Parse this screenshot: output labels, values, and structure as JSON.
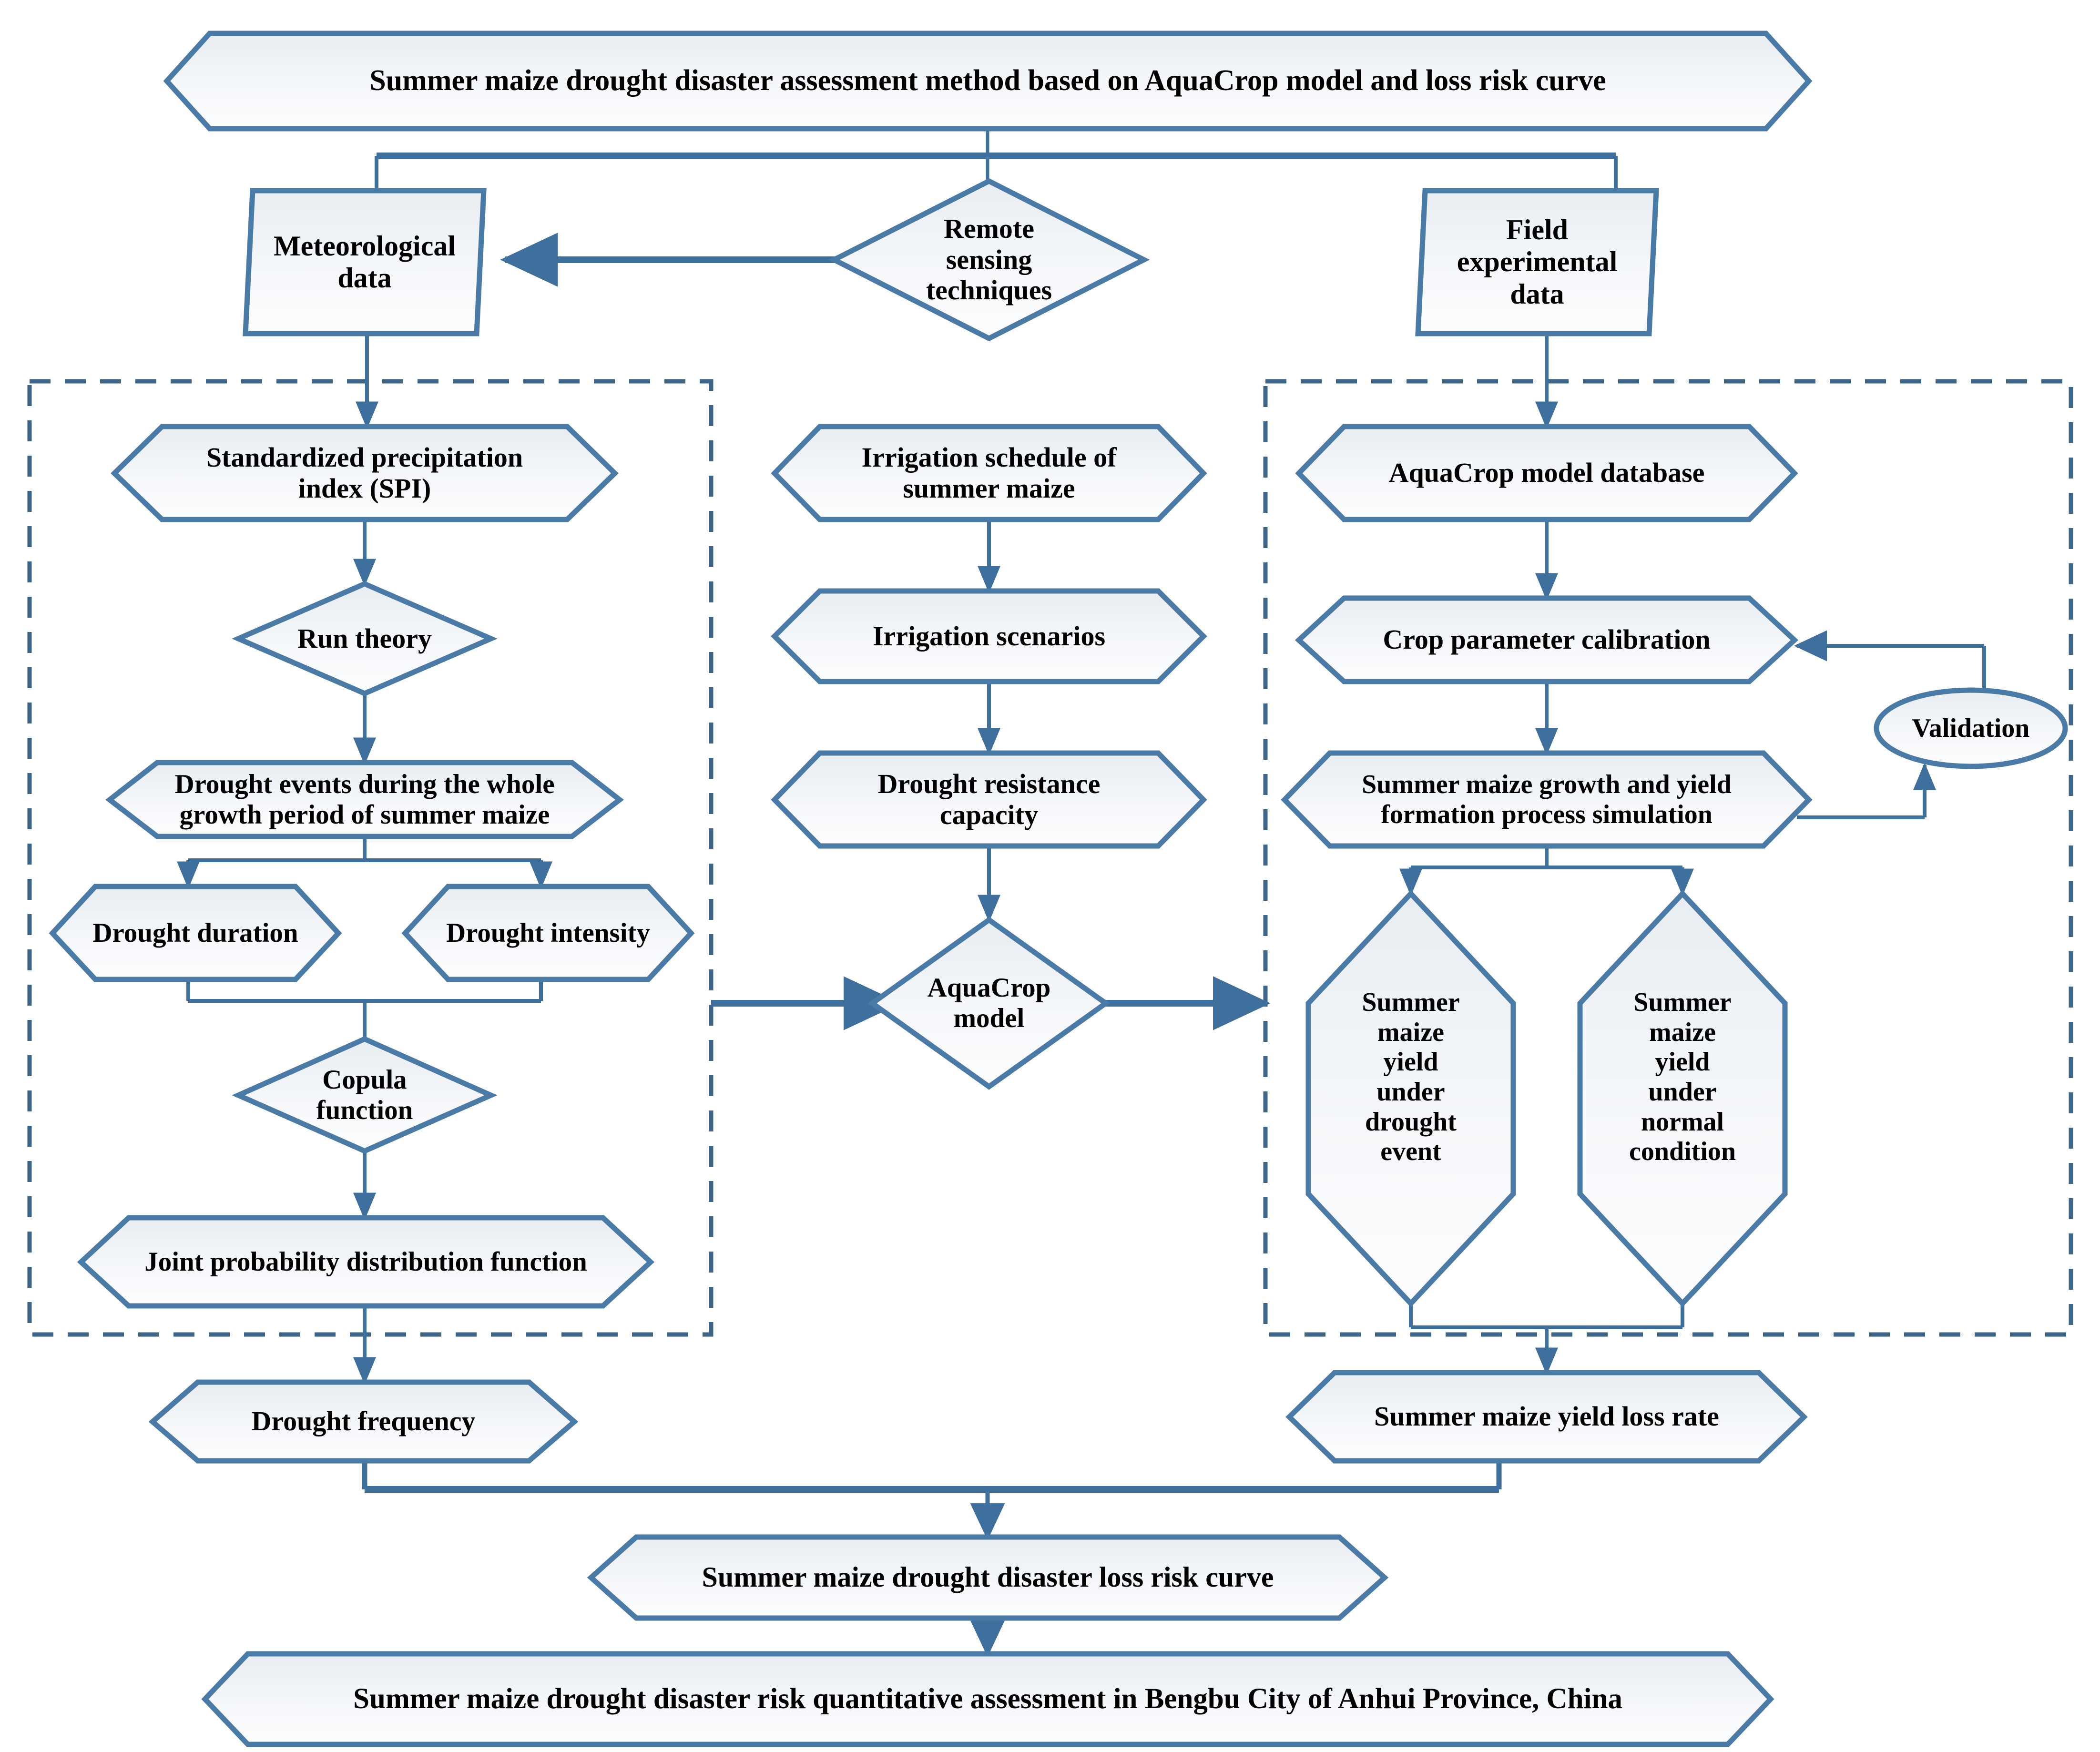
{
  "diagram": {
    "type": "flowchart",
    "title": "Summer maize drought disaster assessment method based on AquaCrop model and loss risk curve",
    "colors": {
      "shape_stroke": "#4a7ba7",
      "shape_fill_top": "#e8edf2",
      "shape_fill_bottom": "#fbfcfd",
      "connector": "#3f6f9c",
      "dashed_group_border": "#3d6588",
      "text": "#000000",
      "background": "#ffffff"
    },
    "nodes": {
      "title": "Summer maize drought disaster assessment method based on AquaCrop model and loss risk curve",
      "meteorological_data": "Meteorological\ndata",
      "remote_sensing": "Remote\nsensing\ntechniques",
      "field_experimental_data": "Field\nexperimental\ndata",
      "spi": "Standardized precipitation\nindex (SPI)",
      "run_theory": "Run theory",
      "drought_events": "Drought events during the whole\ngrowth period of summer maize",
      "drought_duration": "Drought duration",
      "drought_intensity": "Drought intensity",
      "copula_function": "Copula\nfunction",
      "joint_probability": "Joint probability distribution function",
      "drought_frequency": "Drought frequency",
      "irrigation_schedule": "Irrigation schedule of\nsummer maize",
      "irrigation_scenarios": "Irrigation scenarios",
      "drought_resistance": "Drought resistance\ncapacity",
      "aquacrop_model": "AquaCrop\nmodel",
      "aquacrop_database": "AquaCrop model database",
      "crop_parameter_calibration": "Crop parameter calibration",
      "validation": "Validation",
      "growth_yield_simulation": "Summer maize growth and yield\nformation process simulation",
      "yield_drought": "Summer\nmaize\nyield\nunder\ndrought\nevent",
      "yield_normal": "Summer\nmaize\nyield\nunder\nnormal\ncondition",
      "yield_loss_rate": "Summer maize yield loss rate",
      "loss_risk_curve": "Summer maize drought disaster loss risk curve",
      "final_assessment": "Summer maize drought disaster risk quantitative assessment in Bengbu City of Anhui Province, China"
    },
    "groups": {
      "left_group": "drought-frequency-analysis-group",
      "right_group": "aquacrop-simulation-group"
    },
    "edges": [
      {
        "from": "title",
        "to": "meteorological_data"
      },
      {
        "from": "title",
        "to": "remote_sensing"
      },
      {
        "from": "title",
        "to": "field_experimental_data"
      },
      {
        "from": "remote_sensing",
        "to": "meteorological_data"
      },
      {
        "from": "meteorological_data",
        "to": "spi"
      },
      {
        "from": "spi",
        "to": "run_theory"
      },
      {
        "from": "run_theory",
        "to": "drought_events"
      },
      {
        "from": "drought_events",
        "to": "drought_duration"
      },
      {
        "from": "drought_events",
        "to": "drought_intensity"
      },
      {
        "from": "drought_duration",
        "to": "copula_function"
      },
      {
        "from": "drought_intensity",
        "to": "copula_function"
      },
      {
        "from": "copula_function",
        "to": "joint_probability"
      },
      {
        "from": "joint_probability",
        "to": "drought_frequency"
      },
      {
        "from": "drought_frequency",
        "to": "loss_risk_curve"
      },
      {
        "from": "irrigation_schedule",
        "to": "irrigation_scenarios"
      },
      {
        "from": "irrigation_scenarios",
        "to": "drought_resistance"
      },
      {
        "from": "drought_resistance",
        "to": "aquacrop_model"
      },
      {
        "from": "left_group",
        "to": "aquacrop_model"
      },
      {
        "from": "aquacrop_model",
        "to": "right_group"
      },
      {
        "from": "field_experimental_data",
        "to": "aquacrop_database"
      },
      {
        "from": "aquacrop_database",
        "to": "crop_parameter_calibration"
      },
      {
        "from": "crop_parameter_calibration",
        "to": "growth_yield_simulation"
      },
      {
        "from": "growth_yield_simulation",
        "to": "validation"
      },
      {
        "from": "validation",
        "to": "crop_parameter_calibration"
      },
      {
        "from": "growth_yield_simulation",
        "to": "yield_drought"
      },
      {
        "from": "growth_yield_simulation",
        "to": "yield_normal"
      },
      {
        "from": "yield_drought",
        "to": "yield_loss_rate"
      },
      {
        "from": "yield_normal",
        "to": "yield_loss_rate"
      },
      {
        "from": "yield_loss_rate",
        "to": "loss_risk_curve"
      },
      {
        "from": "loss_risk_curve",
        "to": "final_assessment"
      }
    ]
  }
}
